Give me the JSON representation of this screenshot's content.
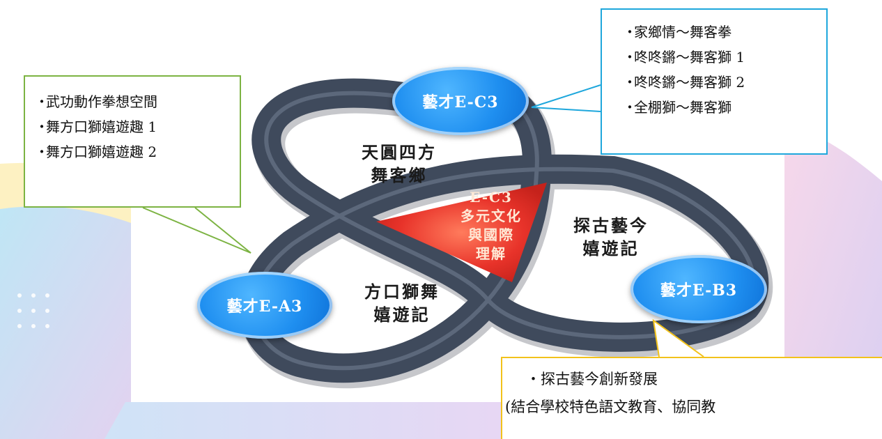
{
  "diagram": {
    "nodes": {
      "top": "藝才E-C3",
      "left": "藝才E-A3",
      "right": "藝才E-B3"
    },
    "regions": {
      "top": [
        "天圓四方",
        "舞客鄉"
      ],
      "right": [
        "探古藝今",
        "嬉遊記"
      ],
      "bottom": [
        "方口獅舞",
        "嬉遊記"
      ],
      "center": [
        "E-C3",
        "多元文化",
        "與國際",
        "理解"
      ]
    }
  },
  "callouts": {
    "left": {
      "items": [
        "武功動作拳想空間",
        "舞方口獅嬉遊趣 1",
        "舞方口獅嬉遊趣 2"
      ],
      "border_color": "#7cb342"
    },
    "top_right": {
      "items": [
        "家鄉情～舞客拳",
        "咚咚鏘～舞客獅 1",
        "咚咚鏘～舞客獅 2",
        "全棚獅～舞客獅"
      ],
      "border_color": "#1ea7dc"
    },
    "bottom_right": {
      "line1": "探古藝今創新發展",
      "line2": "(結合學校特色語文教育、協同教",
      "border_color": "#f2c21b"
    }
  },
  "bullet": "・",
  "colors": {
    "ribbon": "#3f4a5c",
    "node": "#1f8ff0",
    "center": "#e8332a"
  }
}
